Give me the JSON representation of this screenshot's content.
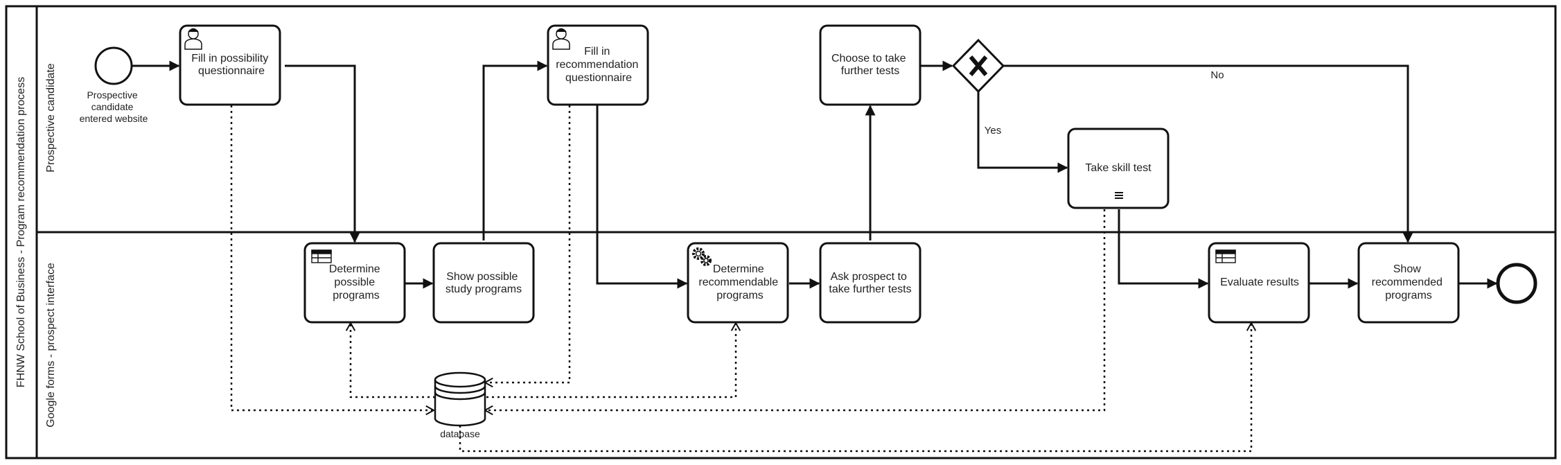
{
  "pool": {
    "label": "FHNW School of Business - Program recommendation process"
  },
  "lanes": [
    {
      "label": "Prospective candidate"
    },
    {
      "label": "Google forms - prospect interface"
    }
  ],
  "events": {
    "start": {
      "label_lines": [
        "Prospective",
        "candidate",
        "entered website"
      ]
    },
    "end": {
      "label_lines": []
    }
  },
  "tasks": {
    "fill_possibility": {
      "label_lines": [
        "Fill in possibility",
        "questionnaire"
      ],
      "icon": "user-icon"
    },
    "fill_recommendation": {
      "label_lines": [
        "Fill in",
        "recommendation",
        "questionnaire"
      ],
      "icon": "user-icon"
    },
    "choose_tests": {
      "label_lines": [
        "Choose to take",
        "further tests"
      ],
      "icon": ""
    },
    "take_skill_test": {
      "label_lines": [
        "Take skill test"
      ],
      "icon": "list-marker-icon"
    },
    "determine_possible": {
      "label_lines": [
        "Determine",
        "possible",
        "programs"
      ],
      "icon": "table-icon"
    },
    "show_possible": {
      "label_lines": [
        "Show possible",
        "study programs"
      ],
      "icon": ""
    },
    "determine_recommendable": {
      "label_lines": [
        "Determine",
        "recommendable",
        "programs"
      ],
      "icon": "gears-icon"
    },
    "ask_prospect": {
      "label_lines": [
        "Ask prospect to",
        "take further tests"
      ],
      "icon": ""
    },
    "evaluate_results": {
      "label_lines": [
        "Evaluate results"
      ],
      "icon": "table-icon"
    },
    "show_recommended": {
      "label_lines": [
        "Show",
        "recommended",
        "programs"
      ],
      "icon": ""
    }
  },
  "gateway": {
    "type": "exclusive",
    "icon": "x-icon"
  },
  "flow_labels": {
    "no": "No",
    "yes": "Yes"
  },
  "data_store": {
    "label": "database"
  },
  "colors": {
    "stroke": "#111111",
    "background": "#ffffff",
    "text": "#222222"
  }
}
